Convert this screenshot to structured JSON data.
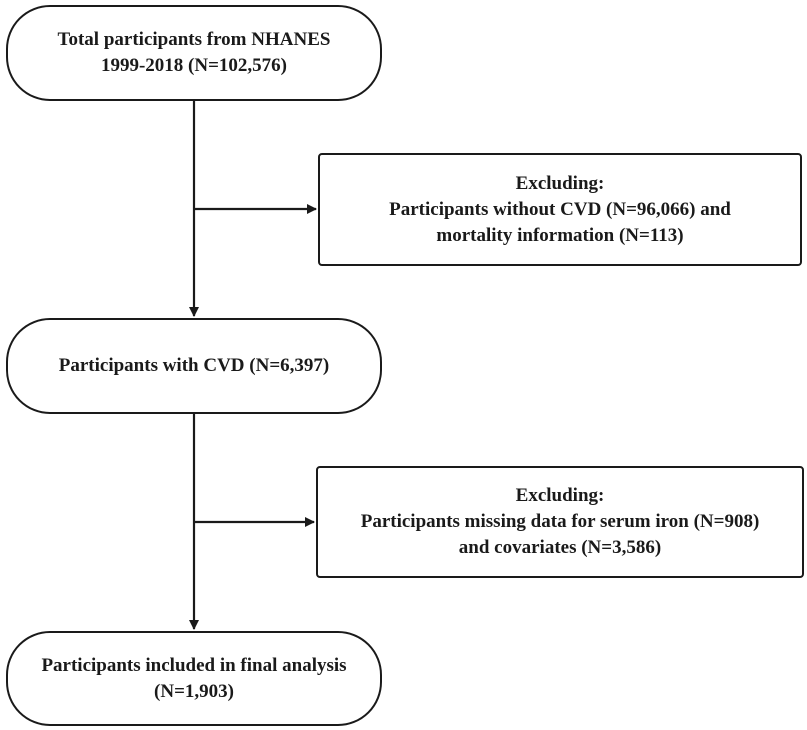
{
  "flowchart": {
    "boxes": {
      "total": {
        "line1": "Total participants from NHANES",
        "line2": "1999-2018 (N=102,576)"
      },
      "cvd": {
        "line1": "Participants with CVD (N=6,397)"
      },
      "final": {
        "line1": "Participants included in final analysis",
        "line2": "(N=1,903)"
      }
    },
    "exclusions": {
      "first": {
        "heading": "Excluding:",
        "line1": "Participants without CVD (N=96,066) and",
        "line2": "mortality information (N=113)"
      },
      "second": {
        "heading": "Excluding:",
        "line1": "Participants missing data for serum iron (N=908)",
        "line2": "and covariates (N=3,586)"
      }
    }
  },
  "colors": {
    "stroke": "#1a1a1a",
    "background": "#ffffff"
  }
}
